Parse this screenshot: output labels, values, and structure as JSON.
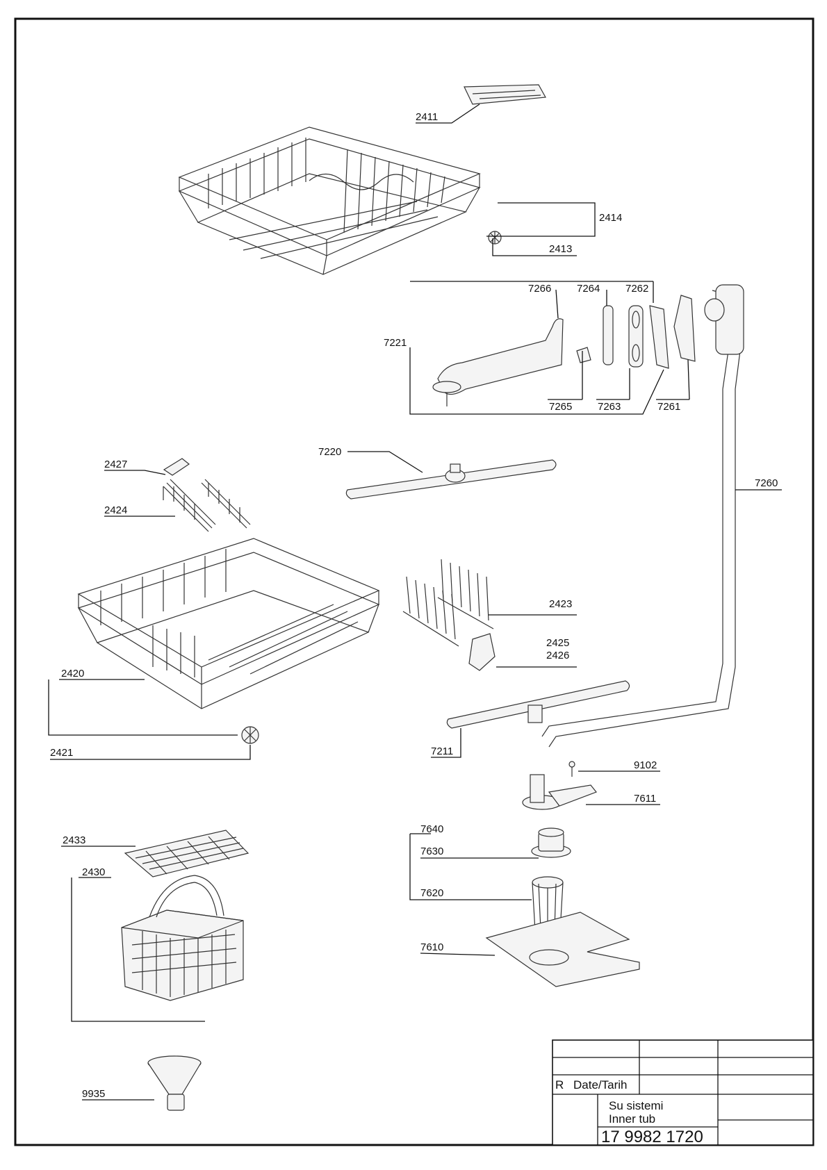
{
  "labels": {
    "p2411": "2411",
    "p2414": "2414",
    "p2413": "2413",
    "p7221": "7221",
    "p7266": "7266",
    "p7264": "7264",
    "p7262": "7262",
    "p7265": "7265",
    "p7263": "7263",
    "p7261": "7261",
    "p7220": "7220",
    "p7260": "7260",
    "p2427": "2427",
    "p2424": "2424",
    "p2423": "2423",
    "p2425": "2425",
    "p2426": "2426",
    "p2420": "2420",
    "p2421": "2421",
    "p7211": "7211",
    "p9102": "9102",
    "p7611": "7611",
    "p2433": "2433",
    "p2430": "2430",
    "p7640": "7640",
    "p7630": "7630",
    "p7620": "7620",
    "p7610": "7610",
    "p9935": "9935"
  },
  "title_block": {
    "rev": "R",
    "date_label": "Date/Tarih",
    "title_tr": "Su sistemi",
    "title_en": "Inner tub",
    "drawing_number": "17 9982 1720"
  }
}
